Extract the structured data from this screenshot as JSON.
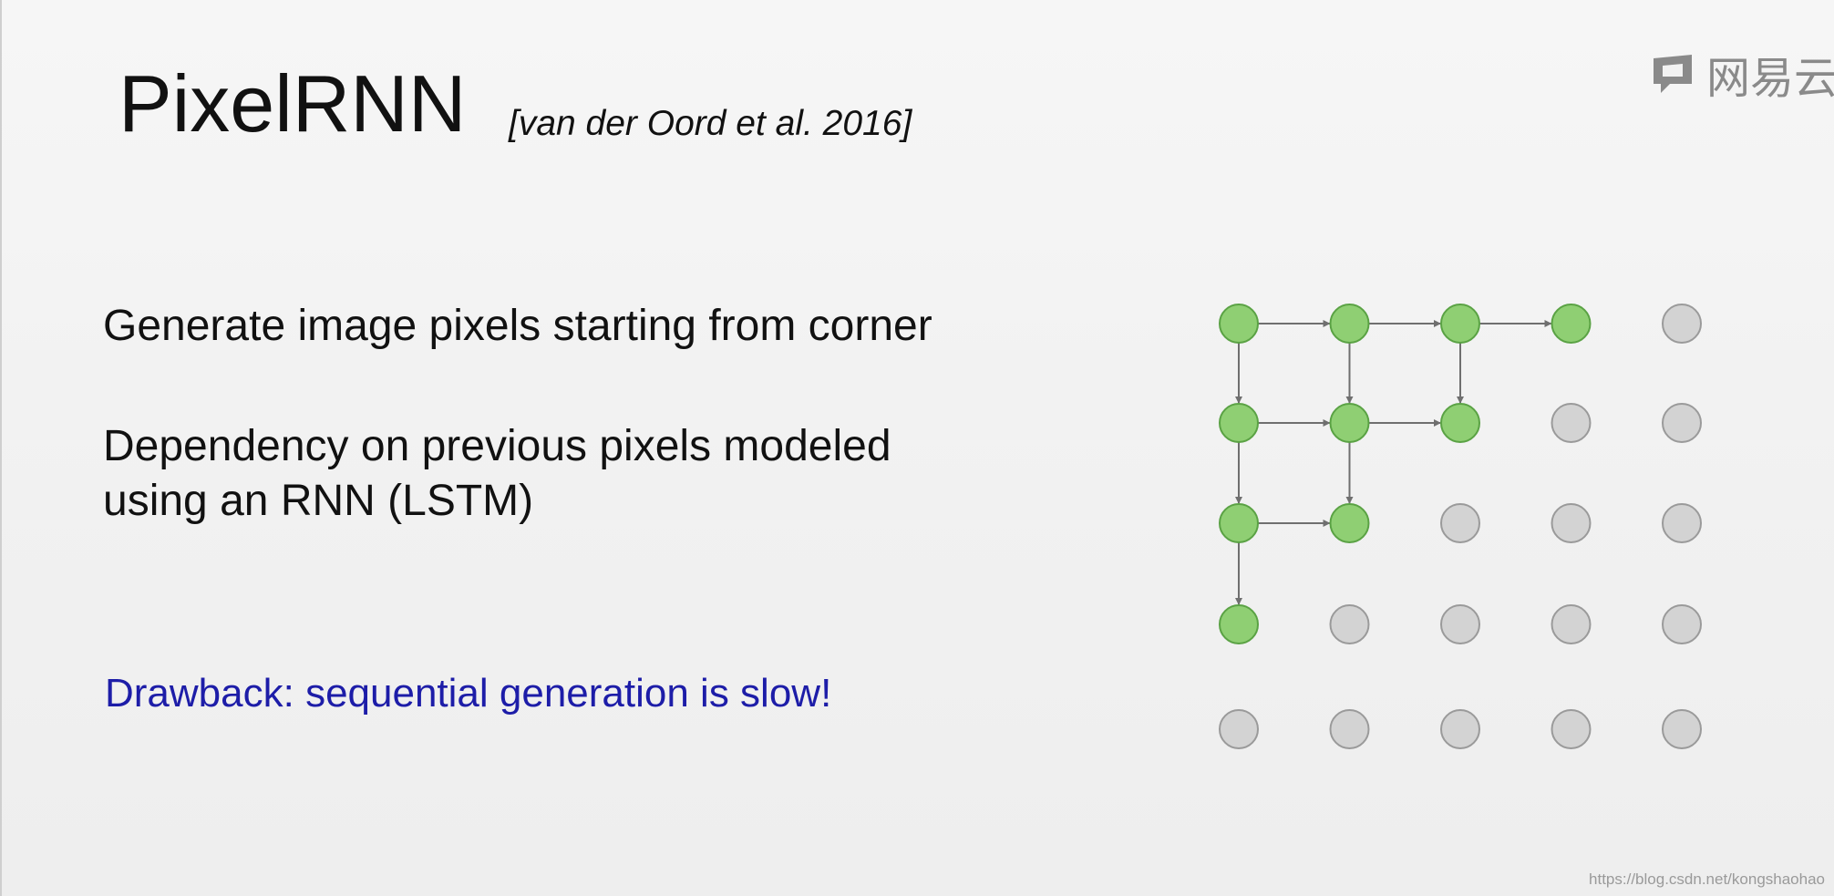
{
  "slide": {
    "title": "PixelRNN",
    "citation": "[van der Oord et al. 2016]",
    "bullets": [
      "Generate image pixels starting from corner",
      "Dependency on previous pixels modeled\nusing an RNN (LSTM)"
    ],
    "drawback": "Drawback: sequential generation is slow!"
  },
  "watermark": {
    "text": "网易云",
    "icon": "chat-bubble-icon"
  },
  "credit": "https://blog.csdn.net/kongshaohao",
  "diagram": {
    "grid_rows": 5,
    "grid_cols": 5,
    "generated_pixels": [
      [
        0,
        0
      ],
      [
        0,
        1
      ],
      [
        0,
        2
      ],
      [
        0,
        3
      ],
      [
        1,
        0
      ],
      [
        1,
        1
      ],
      [
        1,
        2
      ],
      [
        2,
        0
      ],
      [
        2,
        1
      ],
      [
        3,
        0
      ]
    ],
    "dependencies": [
      [
        [
          0,
          0
        ],
        [
          0,
          1
        ]
      ],
      [
        [
          0,
          1
        ],
        [
          0,
          2
        ]
      ],
      [
        [
          0,
          2
        ],
        [
          0,
          3
        ]
      ],
      [
        [
          0,
          0
        ],
        [
          1,
          0
        ]
      ],
      [
        [
          0,
          1
        ],
        [
          1,
          1
        ]
      ],
      [
        [
          0,
          2
        ],
        [
          1,
          2
        ]
      ],
      [
        [
          1,
          0
        ],
        [
          1,
          1
        ]
      ],
      [
        [
          1,
          1
        ],
        [
          1,
          2
        ]
      ],
      [
        [
          1,
          0
        ],
        [
          2,
          0
        ]
      ],
      [
        [
          1,
          1
        ],
        [
          2,
          1
        ]
      ],
      [
        [
          2,
          0
        ],
        [
          2,
          1
        ]
      ],
      [
        [
          2,
          0
        ],
        [
          3,
          0
        ]
      ]
    ],
    "colors": {
      "generated_fill": "#8fcf73",
      "generated_stroke": "#5aa244",
      "pending_fill": "#d3d3d3",
      "pending_stroke": "#9a9a9a",
      "arrow": "#6f6f6f"
    }
  }
}
